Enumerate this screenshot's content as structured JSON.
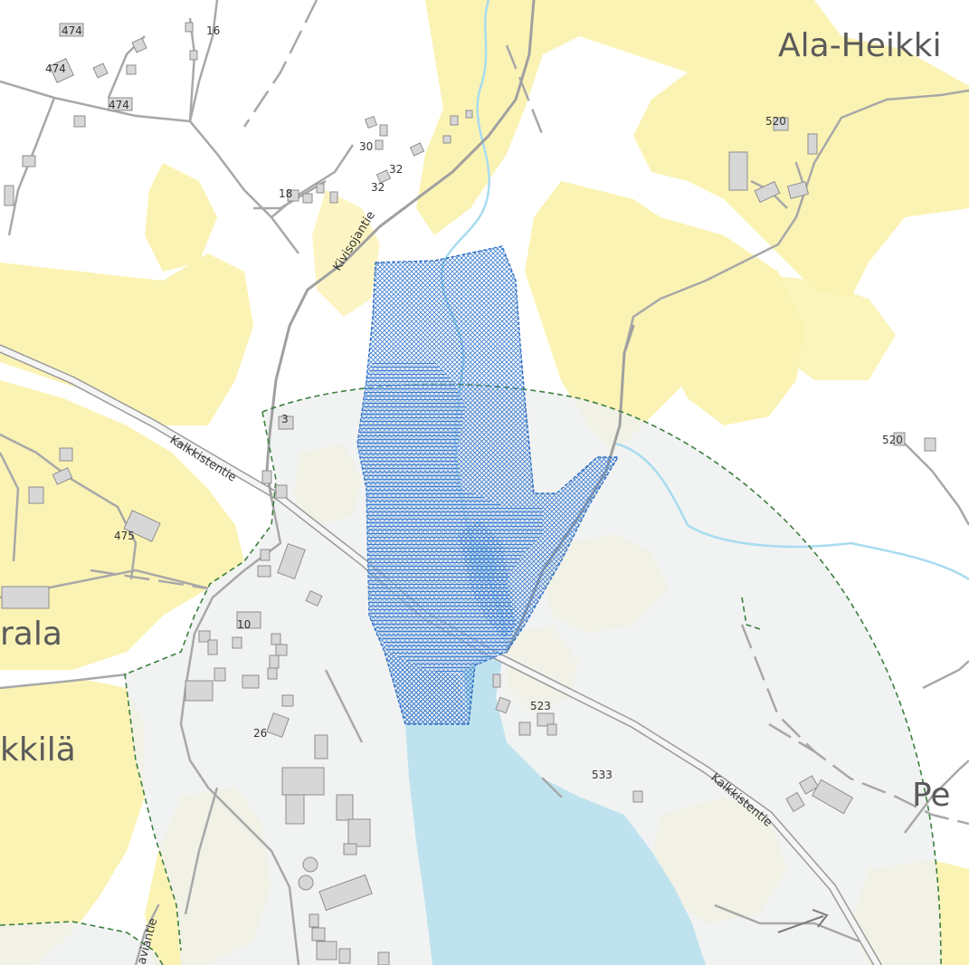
{
  "colors": {
    "background": "#ffffff",
    "field": "#fbf3b4",
    "field_pale": "#f5f3cf",
    "zone": "#eef0f0",
    "water": "#bfe3ee",
    "stream": "#a8dcef",
    "road": "#b8b8b8",
    "road_edge": "#9a9a9a",
    "path": "#a8a8a8",
    "building": "#d7d7d7",
    "building_edge": "#8e8e8e",
    "zone_boundary": "#3d7f3d",
    "area_outline": "#2f6fc4",
    "area_fill": "#4f8fdc"
  },
  "place_names": {
    "ala_heikkila": "Ala-Heikki",
    "arala": "rala",
    "kkila": "kkilä",
    "pe": "Pe"
  },
  "road_names": {
    "kivisojantie": "Kivisojantie",
    "kalkkistentie_west": "Kalkkistentie",
    "kalkkistentie_east": "Kalkkistentie",
    "bottom_road": "aviantie"
  },
  "house_numbers": {
    "n474_a": "474",
    "n474_b": "474",
    "n474_c": "474",
    "n16": "16",
    "n30": "30",
    "n32_a": "32",
    "n32_b": "32",
    "n18": "18",
    "n520_a": "520",
    "n520_b": "520",
    "n3": "3",
    "n475": "475",
    "n10": "10",
    "n26": "26",
    "n523": "523",
    "n533": "533"
  },
  "icons": {
    "direction_arrow": "arrow-right-icon"
  }
}
